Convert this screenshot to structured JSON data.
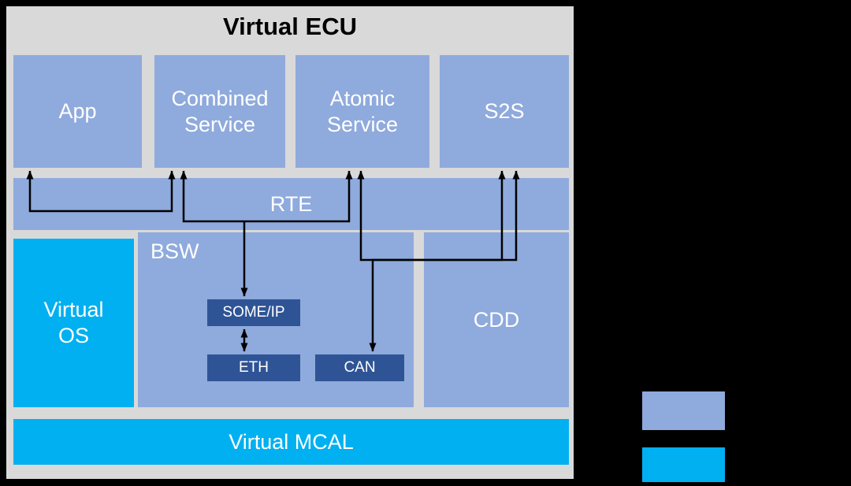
{
  "title": "Virtual ECU",
  "colors": {
    "canvas_bg": "#000000",
    "panel_bg": "#d9d9d9",
    "block_blue": "#8faadc",
    "accent_cyan": "#00b0f0",
    "inner_navy": "#2f5496",
    "arrow": "#000000",
    "title_text": "#000000",
    "block_text": "#ffffff"
  },
  "blocks": {
    "app": "App",
    "combined_service": "Combined Service",
    "atomic_service": "Atomic Service",
    "s2s": "S2S",
    "rte": "RTE",
    "virtual_os": "Virtual OS",
    "bsw": "BSW",
    "someip": "SOME/IP",
    "eth": "ETH",
    "can": "CAN",
    "cdd": "CDD",
    "virtual_mcal": "Virtual MCAL"
  },
  "connectors": [
    {
      "name": "app-combined-service",
      "via": "RTE",
      "style": "double-arrow"
    },
    {
      "name": "combined-service-atomic-service",
      "via": "RTE",
      "style": "double-arrow"
    },
    {
      "name": "rte-someip",
      "style": "arrow-down"
    },
    {
      "name": "atomic-service-s2s",
      "via": "RTE",
      "style": "double-arrow"
    },
    {
      "name": "s2s-can",
      "style": "double-arrow"
    },
    {
      "name": "someip-eth",
      "style": "double-arrow"
    }
  ],
  "legend": {
    "swatches": [
      {
        "name": "blue",
        "color": "#8faadc"
      },
      {
        "name": "cyan",
        "color": "#00b0f0"
      }
    ]
  }
}
